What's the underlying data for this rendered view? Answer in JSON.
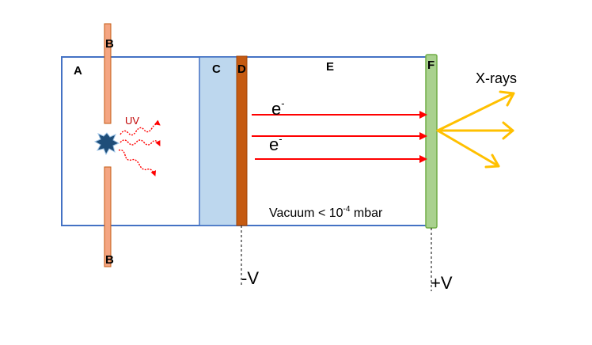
{
  "labels": {
    "A": "A",
    "B_top": "B",
    "B_bottom": "B",
    "C": "C",
    "D": "D",
    "E": "E",
    "F": "F",
    "uv": "UV",
    "electron": "e",
    "electron_sup": "-",
    "xrays": "X-rays",
    "vacuum_prefix": "Vacuum < 10",
    "vacuum_exp": "-4",
    "vacuum_suffix": " mbar",
    "minus_v": "-V",
    "plus_v": "+V"
  },
  "colors": {
    "chamber_border": "#4472c4",
    "slit": "#f4a582",
    "slit_border": "#c55a11",
    "region_c_fill": "#bdd7ee",
    "region_c_border": "#4472c4",
    "electrode_d": "#c55a11",
    "target_f": "#a9d18e",
    "target_f_border": "#70ad47",
    "electron_arrows": "#ff0000",
    "uv_waves": "#ff0000",
    "flash": "#1f4e79",
    "xray_arrows": "#ffc000"
  }
}
